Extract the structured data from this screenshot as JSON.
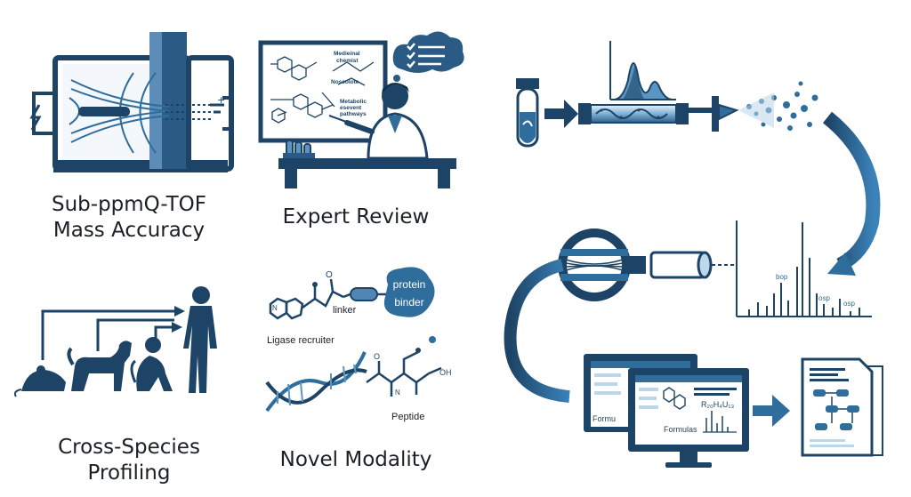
{
  "captions": {
    "mass_accuracy": [
      "Sub-ppmQ-TOF",
      "Mass Accuracy"
    ],
    "expert_review": "Expert Review",
    "cross_species": [
      "Cross-Species",
      "Profiling"
    ],
    "novel_modality": "Novel Modality"
  },
  "expert_board": {
    "note1": [
      "Medieinal",
      "chemist"
    ],
    "note2": "Nossolote",
    "note3": [
      "Metabolic",
      "esevent",
      "pathways"
    ]
  },
  "modality": {
    "protein": "protein",
    "binder": "binder",
    "linker": "linker",
    "ligase": "Ligase recruiter",
    "peptide": "Peptide"
  },
  "workflow": {
    "spectrum_labels": [
      "bop",
      "osp",
      "osp"
    ],
    "monitor_back_label": "Formu",
    "monitor_front_label": "Formulas",
    "monitor_formula": "R₂₀H₄U₁₃"
  },
  "colors": {
    "navy": "#1d4466",
    "mid": "#2f6d9c",
    "light": "#5b95c4",
    "pale": "#bcd6ea"
  }
}
